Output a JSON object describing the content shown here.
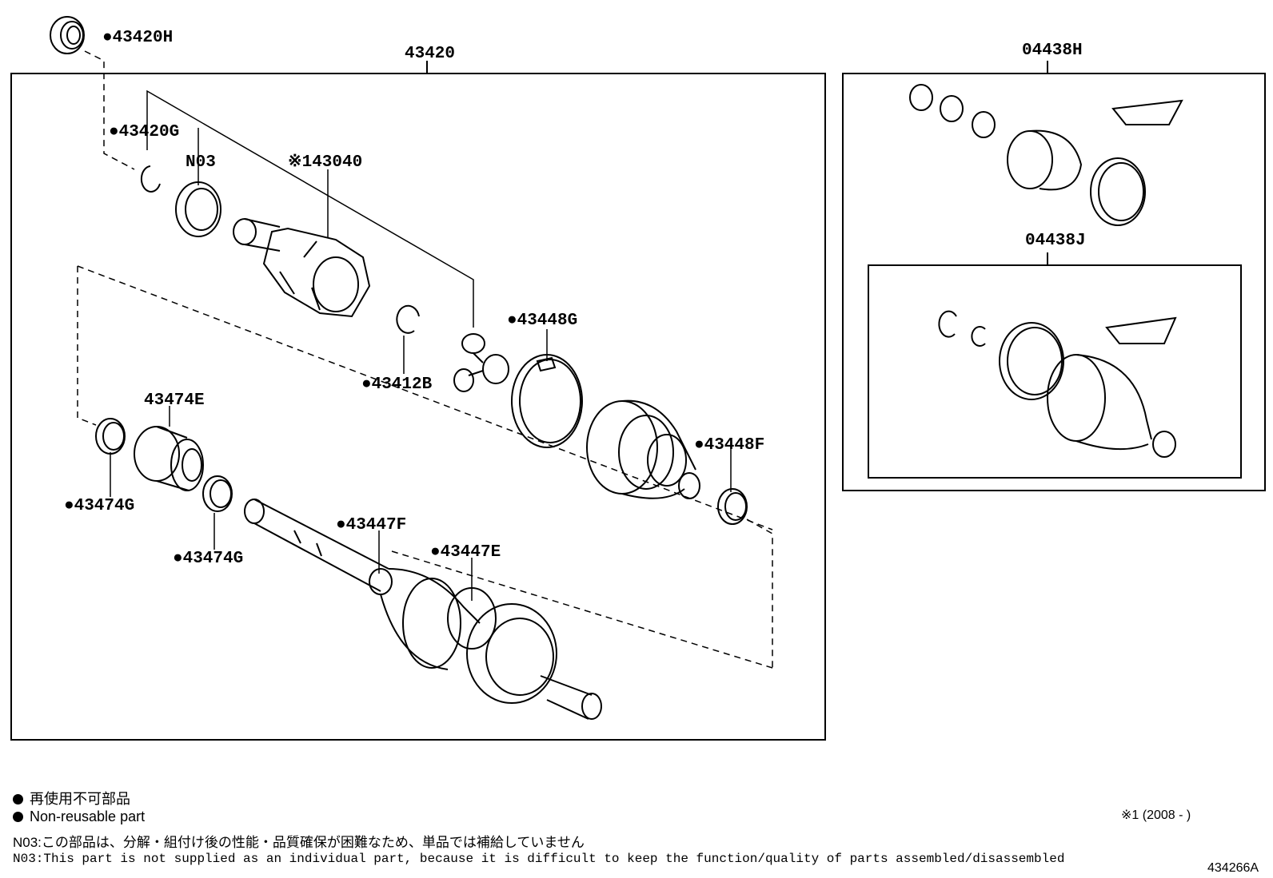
{
  "labels": {
    "assy": "43420",
    "kit_h": "04438H",
    "kit_j": "04438J",
    "p_43420H": "●43420H",
    "p_43420G": "●43420G",
    "p_N03": "N03",
    "p_43040": "※143040",
    "p_43448G": "●43448G",
    "p_43412B": "●43412B",
    "p_43474E": "43474E",
    "p_43448F": "●43448F",
    "p_43474G_a": "●43474G",
    "p_43474G_b": "●43474G",
    "p_43447F": "●43447F",
    "p_43447E": "●43447E"
  },
  "legend": {
    "jp_nonreusable": "再使用不可部品",
    "en_nonreusable": "Non-reusable part",
    "n03_jp": "N03:この部品は、分解・組付け後の性能・品質確保が困難なため、単品では補給していません",
    "n03_en": "N03:This part is not supplied as an individual part, because it is difficult to keep the function/quality of parts assembled/disassembled"
  },
  "note_model": "※1 (2008 -      )",
  "figure_id": "434266A"
}
